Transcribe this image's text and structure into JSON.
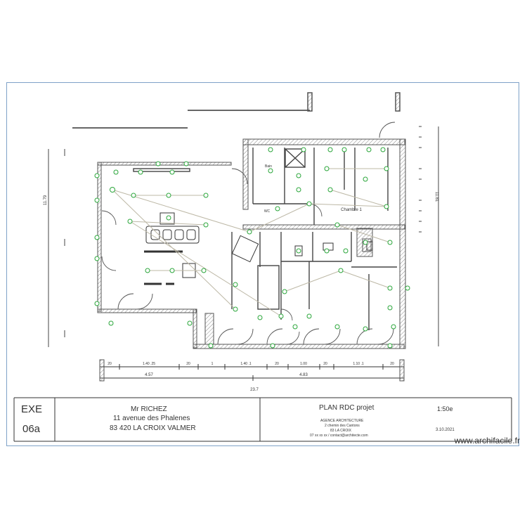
{
  "title_block": {
    "code": "EXE",
    "sheet": "06a",
    "client_name": "Mr RICHEZ",
    "address_line1": "11 avenue des Phalenes",
    "address_line2": "83 420 LA CROIX VALMER",
    "plan_title": "PLAN RDC projet",
    "scale": "1:50e",
    "date": "3.10.2021",
    "agency_lines": [
      "AGENCE ARCHITECTURE",
      "2 chemin des Cantons",
      "83 LA CROIX",
      "07 xx xx xx / contact@architecte.com"
    ]
  },
  "rooms": {
    "kitchen": "Chambre 1",
    "bath": "Bain",
    "wc": "WC"
  },
  "dimensions": {
    "total": "23.7",
    "sub": [
      "4.57",
      "4.83"
    ],
    "top_chain": [
      "20",
      "1.40 .25",
      "20",
      "1",
      "1.40 .1",
      "20",
      "1.00",
      "20",
      "1.10 .1",
      "20"
    ]
  },
  "side_dims": {
    "left": "11.79",
    "right": "11.81"
  },
  "watermark": "www.archifacile.fr",
  "colors": {
    "frame": "#7fa2c8",
    "wall": "#555555",
    "hatch": "#9a9a9a",
    "electric": "#2aa63a",
    "wire": "#bdb8a6",
    "line": "#333333"
  }
}
